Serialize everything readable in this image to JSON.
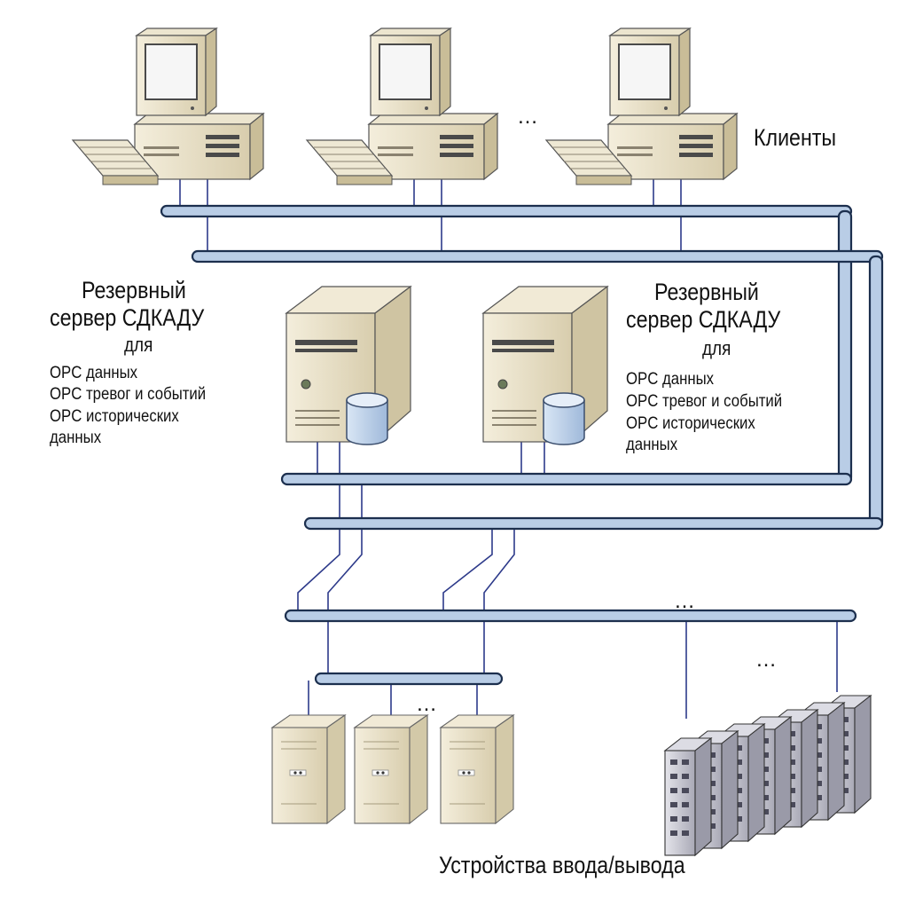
{
  "labels": {
    "clients": "Клиенты",
    "io_devices": "Устройства ввода/вывода",
    "ellipsis": "…"
  },
  "servers": [
    {
      "title_line1": "Резервный",
      "title_line2": "сервер СДКАДУ",
      "title_line3": "для",
      "functions": [
        "OPC данных",
        "OPC тревог и событий",
        "OPC исторических",
        "данных"
      ]
    },
    {
      "title_line1": "Резервный",
      "title_line2": "сервер СДКАДУ",
      "title_line3": "для",
      "functions": [
        "OPC данных",
        "OPC тревог и событий",
        "OPC исторических",
        "данных"
      ]
    }
  ],
  "colors": {
    "bus_fill": "#b9cde6",
    "bus_stroke": "#1c2f4e",
    "wire": "#2d3a8a",
    "case": "#e9e1c8",
    "case_side": "#cfc4a2",
    "screen": "#f3f3f3",
    "rack": "#c9c9d2"
  }
}
